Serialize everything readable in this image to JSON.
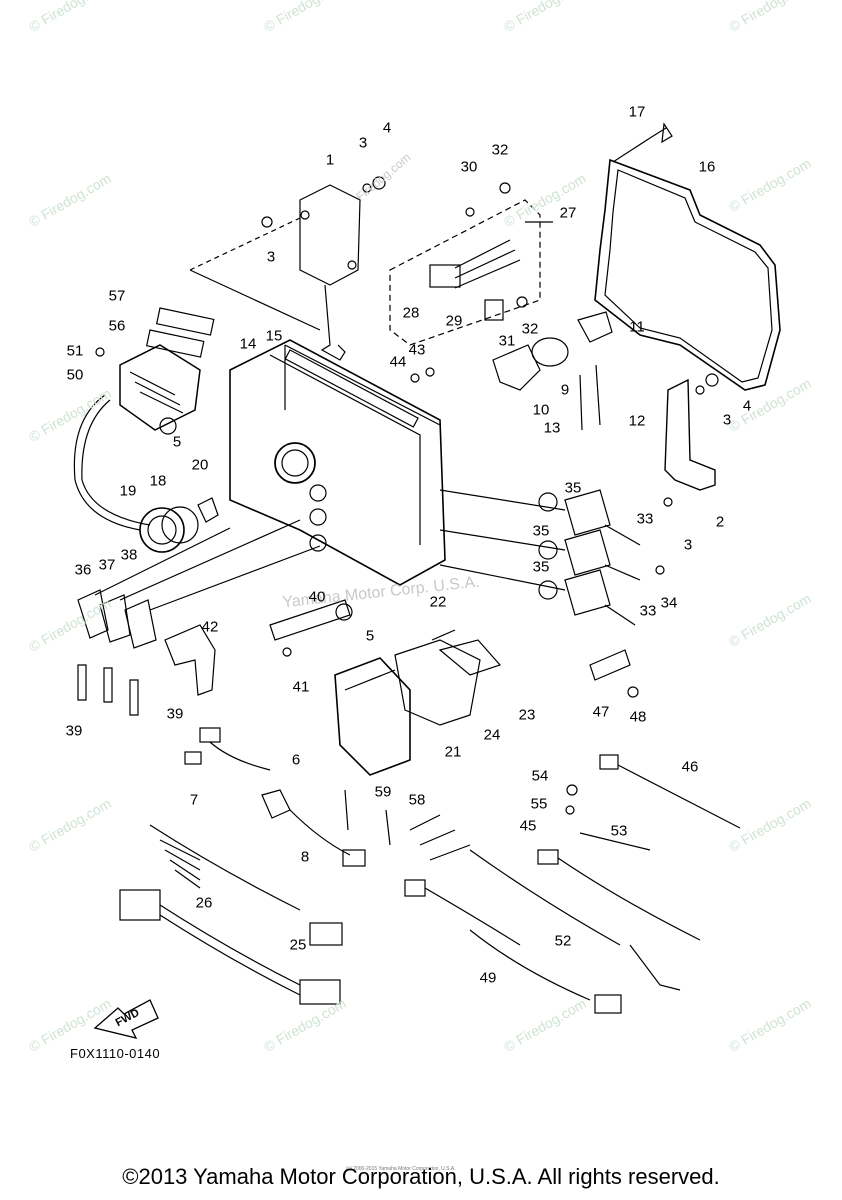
{
  "watermark": {
    "text": "© Firedog.com",
    "center_text": "Yamaha Motor Corp. U.S.A.",
    "small_text": "Firedog.com"
  },
  "figure_code": "F0X1110-0140",
  "copyright": "©2013 Yamaha Motor Corporation, U.S.A. All rights reserved.",
  "fine_print": "(c) 2000-2015 Yamaha Motor Corporation, U.S.A.",
  "fwd_label": "FWD",
  "callouts": [
    "1",
    "2",
    "3",
    "3",
    "3",
    "3",
    "4",
    "4",
    "5",
    "5",
    "6",
    "7",
    "8",
    "9",
    "10",
    "11",
    "12",
    "13",
    "14",
    "15",
    "16",
    "17",
    "18",
    "19",
    "20",
    "21",
    "22",
    "23",
    "24",
    "25",
    "26",
    "27",
    "28",
    "29",
    "30",
    "31",
    "32",
    "32",
    "33",
    "33",
    "34",
    "35",
    "35",
    "35",
    "36",
    "37",
    "38",
    "39",
    "39",
    "40",
    "41",
    "42",
    "43",
    "44",
    "45",
    "46",
    "47",
    "48",
    "49",
    "50",
    "51",
    "52",
    "53",
    "54",
    "55",
    "56",
    "57",
    "58",
    "59"
  ],
  "colors": {
    "line": "#000000",
    "watermark": "#cfe3d3"
  }
}
